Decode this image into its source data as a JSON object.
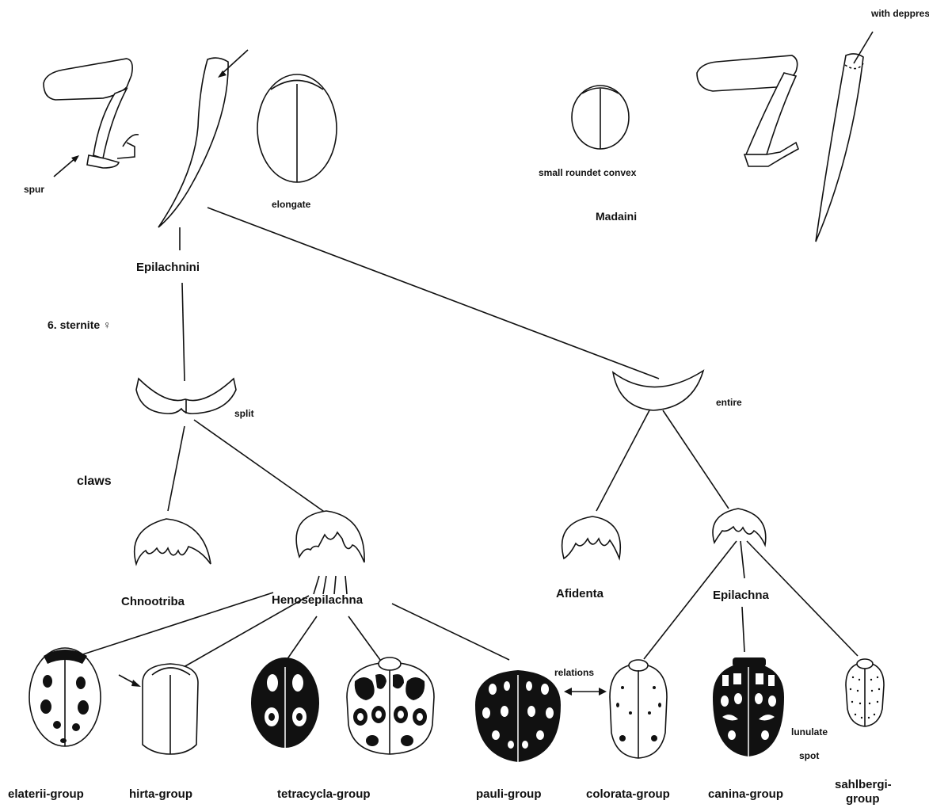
{
  "labels": {
    "with_depression": "with deppression",
    "spur": "spur",
    "elongate": "elongate",
    "small_round": "small roundet convex",
    "madaini": "Madaini",
    "epilachnini": "Epilachnini",
    "sternite": "6. sternite ♀",
    "split": "split",
    "entire": "entire",
    "claws": "claws",
    "chnootriba": "Chnootriba",
    "henosepilachna": "Henosepilachna",
    "afidenta": "Afidenta",
    "epilachna": "Epilachna",
    "relations": "relations",
    "lunulate": "lunulate",
    "spot": "spot"
  },
  "groups": {
    "elaterii": "elaterii-group",
    "hirta": "hirta-group",
    "tetracycla": "tetracycla-group",
    "pauli": "pauli-group",
    "colorata": "colorata-group",
    "canina": "canina-group",
    "sahlbergi_line1": "sahlbergi-",
    "sahlbergi_line2": "group"
  }
}
